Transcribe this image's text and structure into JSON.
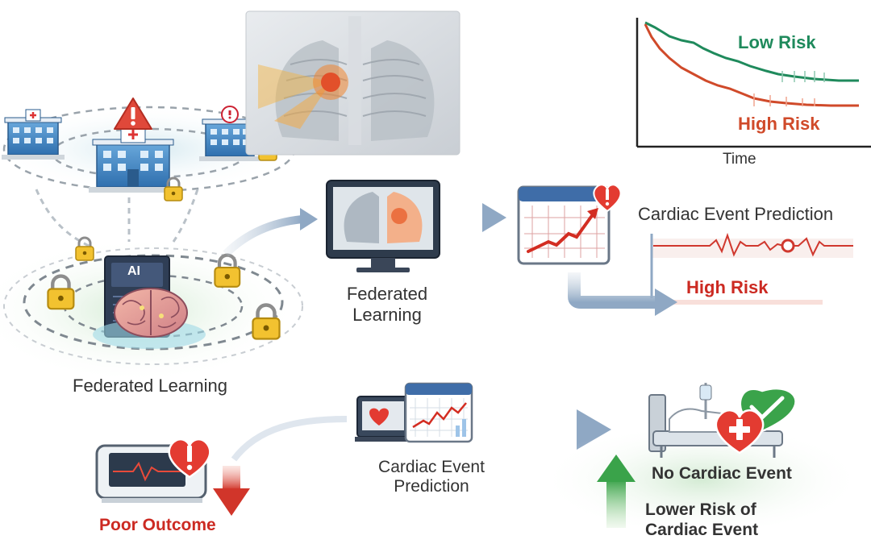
{
  "survival_chart": {
    "xlabel": "Time",
    "series": [
      {
        "name": "Low Risk",
        "color": "#1f8a5c"
      },
      {
        "name": "High Risk",
        "color": "#d04a2a"
      }
    ]
  },
  "labels": {
    "federated_learning_network": "Federated Learning",
    "ai_badge": "AI",
    "federated_learning_monitor_line1": "Federated",
    "federated_learning_monitor_line2": "Learning",
    "cardiac_event_prediction_top": "Cardiac Event Prediction",
    "high_risk_result": "High Risk",
    "cardiac_event_prediction_bottom_line1": "Cardiac Event",
    "cardiac_event_prediction_bottom_line2": "Prediction",
    "poor_outcome": "Poor Outcome",
    "no_cardiac_event": "No Cardiac Event",
    "lower_risk_line1": "Lower Risk of",
    "lower_risk_line2": "Cardiac Event"
  },
  "colors": {
    "red_accent": "#cc2a22",
    "green_accent": "#1f8a5c",
    "arrow_blue": "#8fa8c4",
    "text_dark": "#333333"
  }
}
